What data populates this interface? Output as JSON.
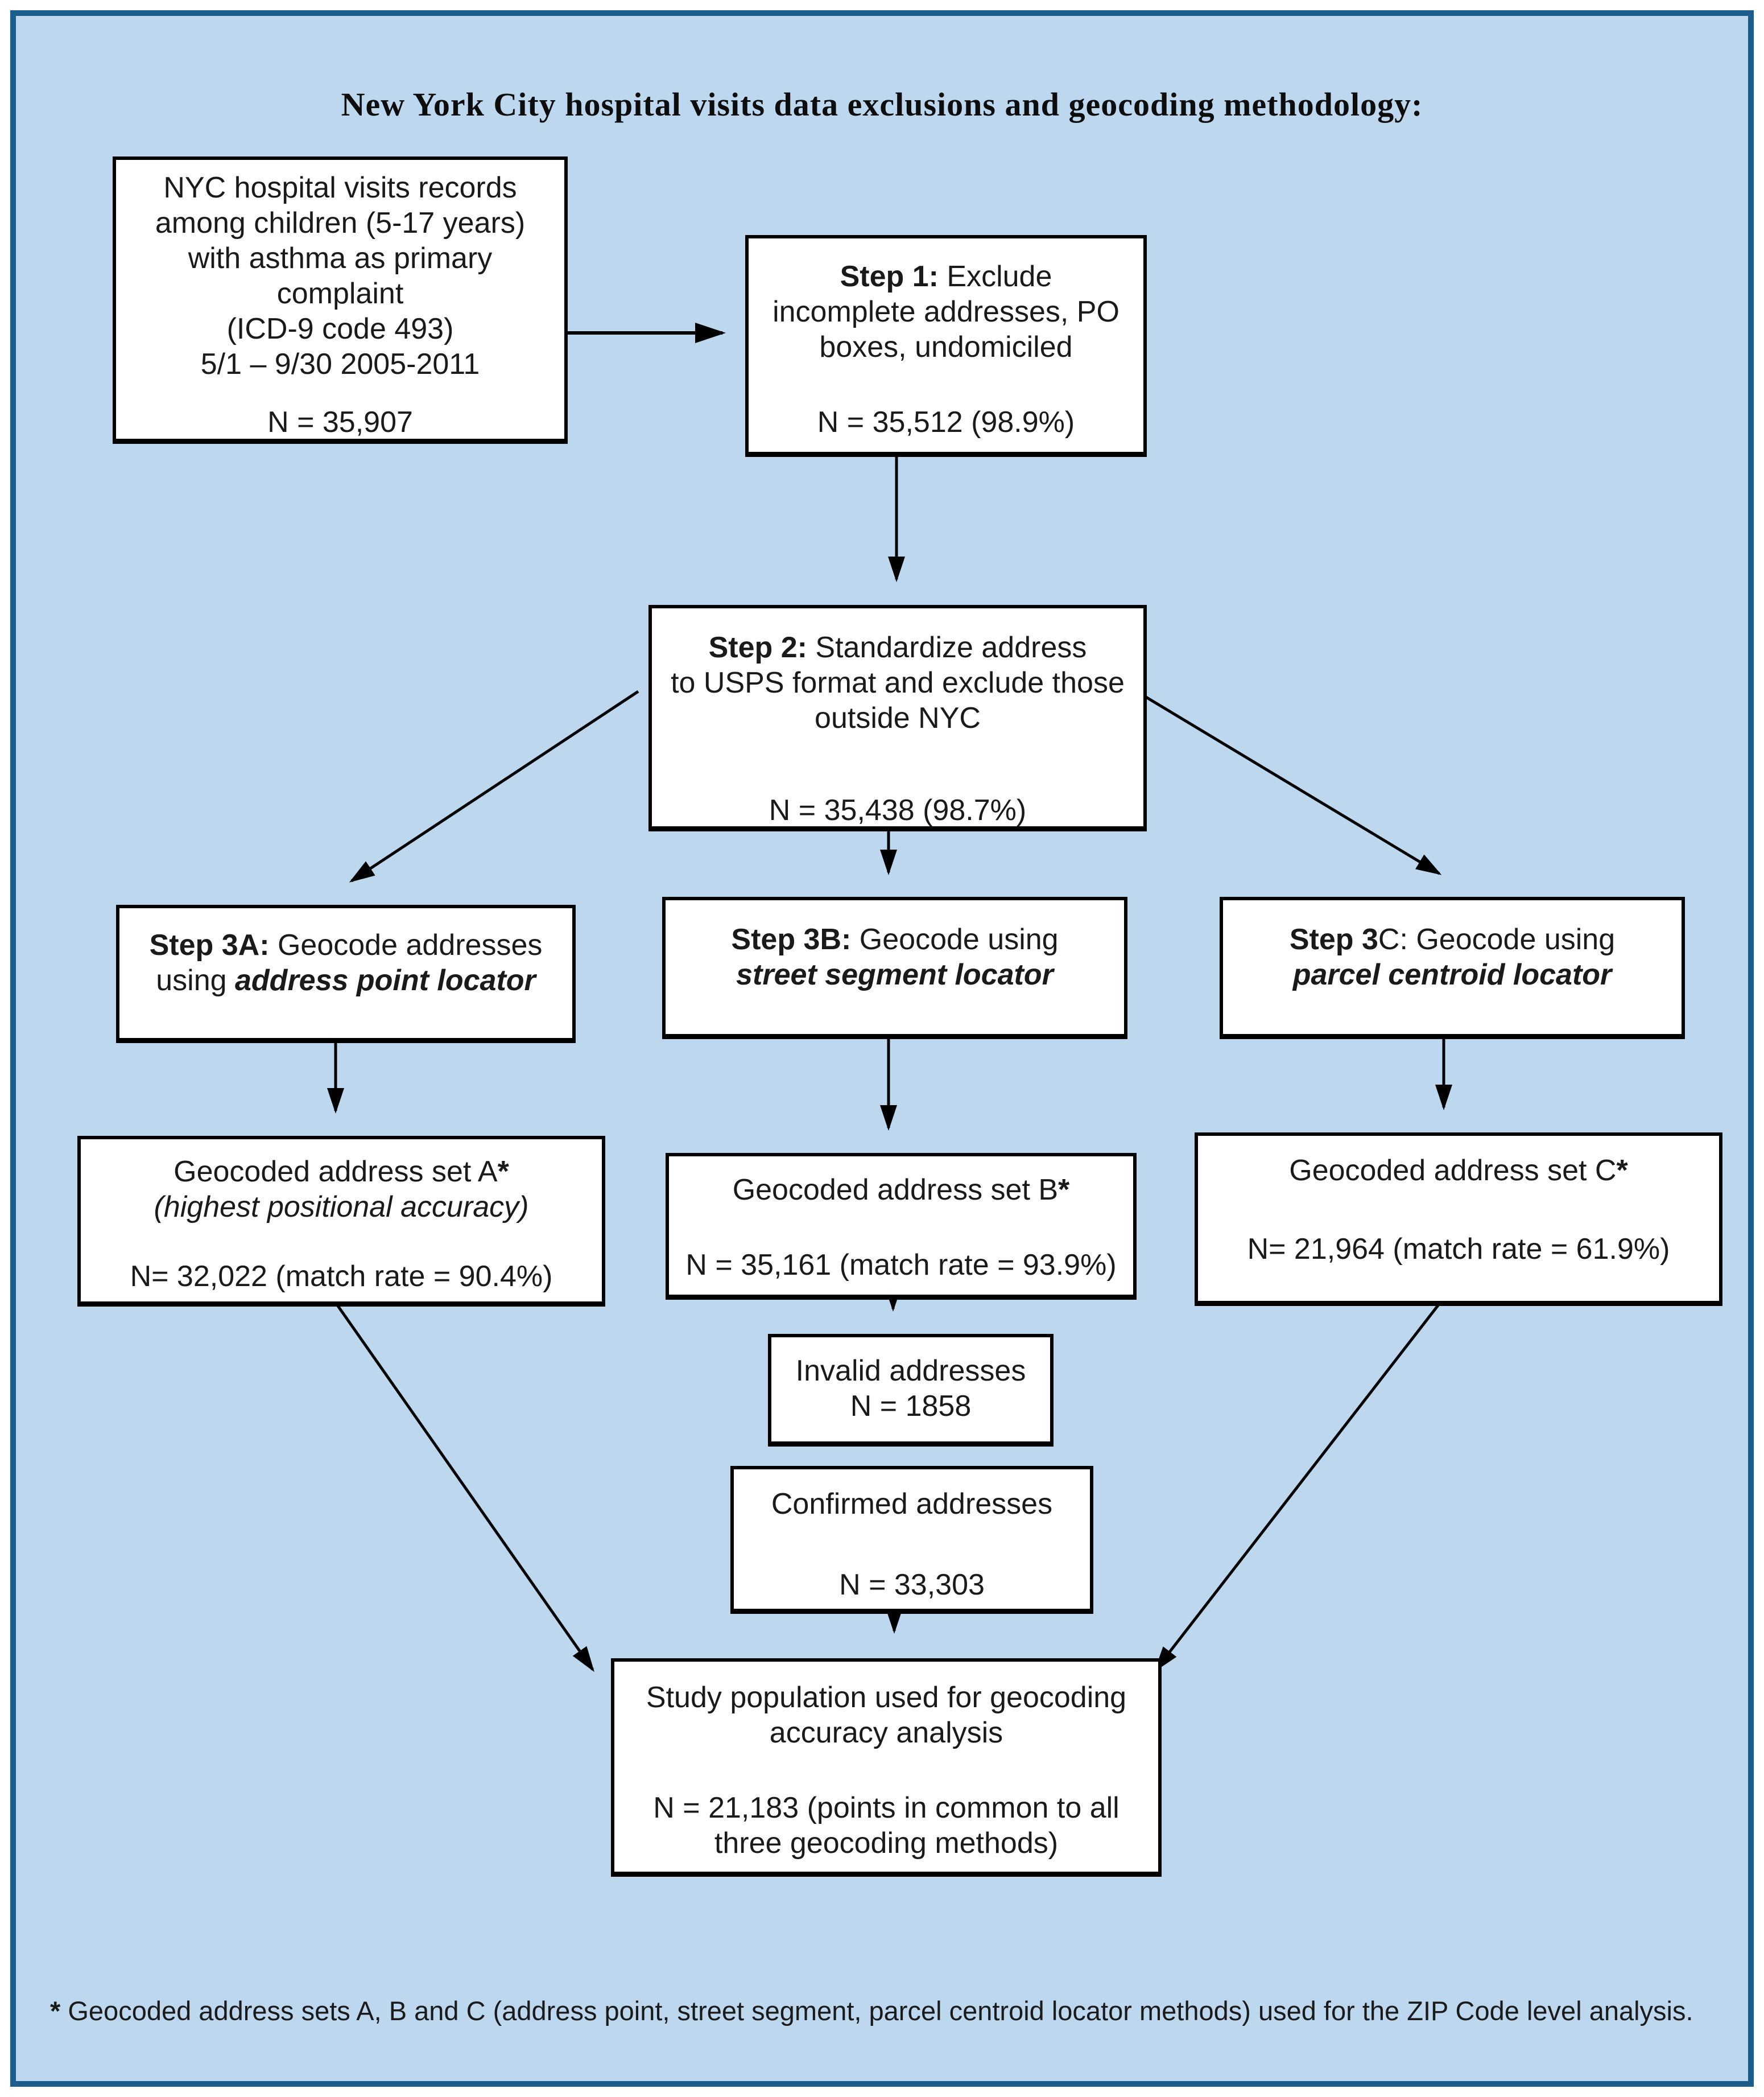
{
  "title": "New York City hospital visits data exclusions and geocoding methodology:",
  "colors": {
    "page_background": "#bdd7ee",
    "frame_border": "#1b5d8c",
    "box_fill": "#ffffff",
    "box_border": "#000000",
    "text": "#1a1a1a"
  },
  "boxes": {
    "source": {
      "l1": "NYC hospital visits records",
      "l2": "among children (5-17 years)",
      "l3": "with asthma as primary",
      "l4": "complaint",
      "l5": "(ICD-9 code 493)",
      "l6": "5/1 – 9/30 2005-2011",
      "n": "N = 35,907"
    },
    "step1": {
      "prefix": "Step 1:",
      "l1": " Exclude",
      "l2": "incomplete addresses, PO",
      "l3": "boxes, undomiciled",
      "n": "N = 35,512 (98.9%)"
    },
    "step2": {
      "prefix": "Step 2:",
      "l1": " Standardize address",
      "l2": "to USPS format and exclude those",
      "l3": "outside NYC",
      "n": "N = 35,438 (98.7%)"
    },
    "step3a": {
      "prefix": "Step 3A:",
      "l1": " Geocode addresses",
      "l2_normal": "using ",
      "l2_em": "address point locator"
    },
    "step3b": {
      "prefix": "Step 3B:",
      "l1": " Geocode using",
      "l2_em": "street segment locator"
    },
    "step3c": {
      "prefix": "Step 3",
      "l1": "C: Geocode using",
      "l2_em": "parcel centroid locator"
    },
    "setA": {
      "l1": "Geocoded address set A",
      "star": "*",
      "l2": "(highest positional accuracy)",
      "n": "N= 32,022 (match rate = 90.4%)"
    },
    "setB": {
      "l1": "Geocoded address set B",
      "star": "*",
      "n": "N = 35,161 (match rate = 93.9%)"
    },
    "setC": {
      "l1": "Geocoded address set C",
      "star": "*",
      "n": "N= 21,964 (match rate = 61.9%)"
    },
    "invalid": {
      "l1": "Invalid addresses",
      "n": "N = 1858"
    },
    "confirmed": {
      "l1": "Confirmed addresses",
      "n": "N = 33,303"
    },
    "study": {
      "l1": "Study population used for geocoding",
      "l2": "accuracy analysis",
      "n1": "N = 21,183 (points in common to all",
      "n2": "three geocoding methods)"
    }
  },
  "footnote": {
    "star": "*",
    "text": " Geocoded address sets A, B and C (address point, street segment, parcel centroid locator methods) used for the ZIP Code level analysis."
  }
}
